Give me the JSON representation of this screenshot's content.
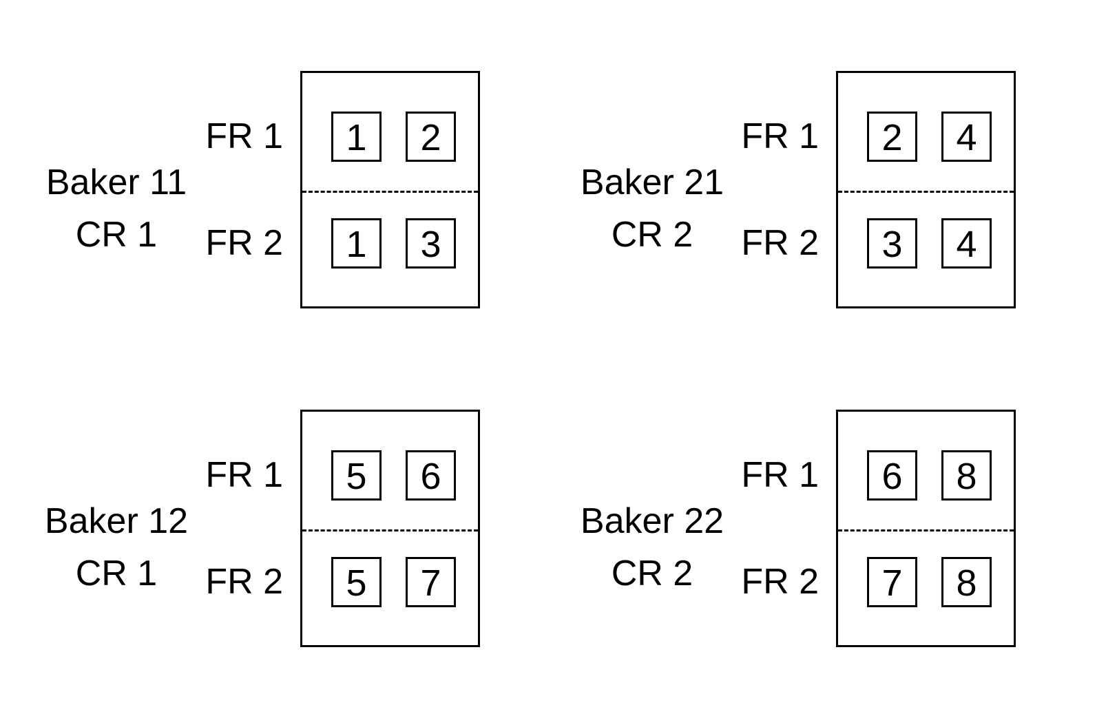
{
  "panels": [
    {
      "baker": "Baker 11",
      "cr": "CR 1",
      "rows": [
        {
          "label": "FR 1",
          "cells": [
            "1",
            "2"
          ]
        },
        {
          "label": "FR 2",
          "cells": [
            "1",
            "3"
          ]
        }
      ]
    },
    {
      "baker": "Baker 21",
      "cr": "CR 2",
      "rows": [
        {
          "label": "FR 1",
          "cells": [
            "2",
            "4"
          ]
        },
        {
          "label": "FR 2",
          "cells": [
            "3",
            "4"
          ]
        }
      ]
    },
    {
      "baker": "Baker 12",
      "cr": "CR 1",
      "rows": [
        {
          "label": "FR 1",
          "cells": [
            "5",
            "6"
          ]
        },
        {
          "label": "FR 2",
          "cells": [
            "5",
            "7"
          ]
        }
      ]
    },
    {
      "baker": "Baker 22",
      "cr": "CR 2",
      "rows": [
        {
          "label": "FR 1",
          "cells": [
            "6",
            "8"
          ]
        },
        {
          "label": "FR 2",
          "cells": [
            "7",
            "8"
          ]
        }
      ]
    }
  ]
}
